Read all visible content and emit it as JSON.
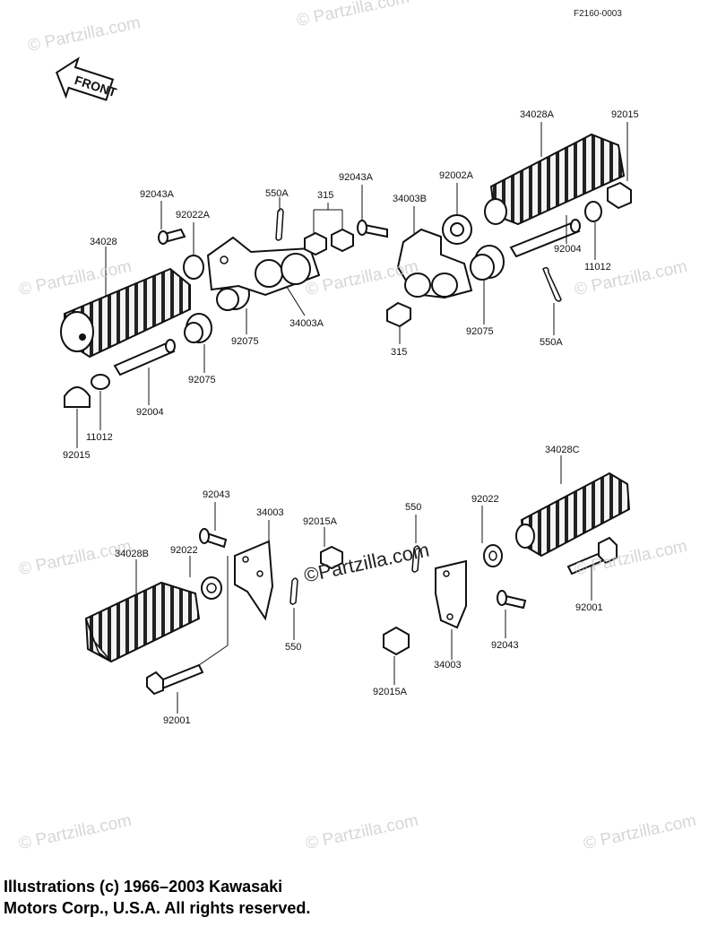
{
  "figure_code": "F2160-0003",
  "front_label": "FRONT",
  "watermark_text": "© Partzilla.com",
  "center_watermark": "©Partzilla.com",
  "copyright_line1": "Illustrations (c) 1966–2003 Kawasaki",
  "copyright_line2": "Motors Corp., U.S.A.  All rights reserved.",
  "part_labels": {
    "p34028A": "34028A",
    "p92015_tr": "92015",
    "p92043A_l": "92043A",
    "p550A_t": "550A",
    "p315_t": "315",
    "p92043A_c": "92043A",
    "p92002A": "92002A",
    "p34003B": "34003B",
    "p92022A": "92022A",
    "p34028": "34028",
    "p92004_r": "92004",
    "p11012_r": "11012",
    "p92075_l": "92075",
    "p34003A": "34003A",
    "p92075_r": "92075",
    "p550A_r": "550A",
    "p315_b": "315",
    "p92075_b": "92075",
    "p92004_l": "92004",
    "p11012_l": "11012",
    "p92015_l": "92015",
    "p34028C": "34028C",
    "p92043_t": "92043",
    "p34003_l": "34003",
    "p92015A_t": "92015A",
    "p550_r": "550",
    "p92022_r": "92022",
    "p34028B": "34028B",
    "p92022_l": "92022",
    "p92001_r": "92001",
    "p550_l": "550",
    "p92043_b": "92043",
    "p34003_r": "34003",
    "p92015A_b": "92015A",
    "p92001_l": "92001"
  }
}
